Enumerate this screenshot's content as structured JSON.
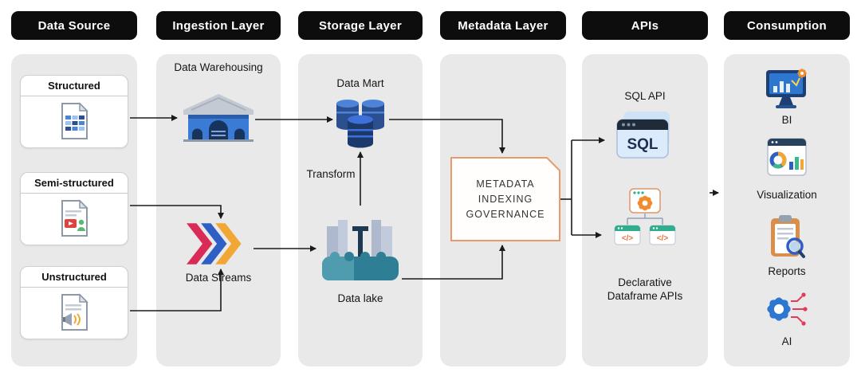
{
  "columns": [
    {
      "header": "Data Source"
    },
    {
      "header": "Ingestion Layer"
    },
    {
      "header": "Storage Layer"
    },
    {
      "header": "Metadata Layer"
    },
    {
      "header": "APIs"
    },
    {
      "header": "Consumption"
    }
  ],
  "data_source": {
    "cards": [
      {
        "label": "Structured",
        "icon": "structured-table-document-icon"
      },
      {
        "label": "Semi-structured",
        "icon": "semi-structured-media-document-icon"
      },
      {
        "label": "Unstructured",
        "icon": "unstructured-announcement-document-icon"
      }
    ]
  },
  "ingestion": {
    "warehousing_label": "Data Warehousing",
    "streams_label": "Data Streams"
  },
  "storage": {
    "data_mart_label": "Data Mart",
    "transform_label": "Transform",
    "data_lake_label": "Data lake"
  },
  "metadata": {
    "lines": [
      "METADATA",
      "INDEXING",
      "GOVERNANCE"
    ]
  },
  "apis": {
    "sql_api_label": "SQL API",
    "sql_icon_text": "SQL",
    "code_glyph": "</>",
    "dataframe_label_lines": [
      "Declarative",
      "Dataframe APIs"
    ]
  },
  "consumption": {
    "items": [
      {
        "label": "BI"
      },
      {
        "label": "Visualization"
      },
      {
        "label": "Reports"
      },
      {
        "label": "AI"
      }
    ]
  },
  "colors": {
    "header_bg": "#0d0d0d",
    "column_bg": "#e9e9e9",
    "metadata_border": "#E8996E",
    "arrow": "#1a1a1a"
  }
}
